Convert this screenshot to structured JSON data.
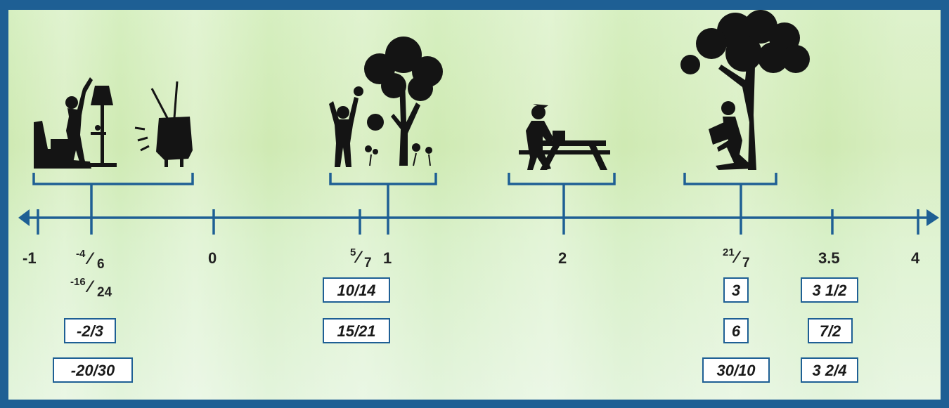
{
  "number_line": {
    "ticks": [
      {
        "label": "-1",
        "value": -1
      },
      {
        "label": "0",
        "value": 0
      },
      {
        "label": "1",
        "value": 1
      },
      {
        "label": "2",
        "value": 2
      },
      {
        "label": "3.5",
        "value": 3.5
      },
      {
        "label": "4",
        "value": 4
      }
    ],
    "fraction_labels": [
      {
        "num": "-4",
        "den": "6"
      },
      {
        "num": "-16",
        "den": "24"
      },
      {
        "num": "5",
        "den": "7"
      },
      {
        "num": "21",
        "den": "7"
      }
    ]
  },
  "answer_boxes": {
    "neg_two_thirds": [
      "-2/3",
      "-20/30"
    ],
    "five_sevenths": [
      "10/14",
      "15/21"
    ],
    "three": [
      "3",
      "6",
      "30/10"
    ],
    "three_half": [
      "3 1/2",
      "7/2",
      "3 2/4"
    ]
  },
  "icons": [
    "living-room-icon",
    "tv-icon",
    "boy-picking-fruit-icon",
    "picnic-table-icon",
    "girl-reading-under-tree-icon"
  ],
  "colors": {
    "line": "#1e5f94",
    "border": "#1e5f94",
    "silhouette": "#141414"
  }
}
